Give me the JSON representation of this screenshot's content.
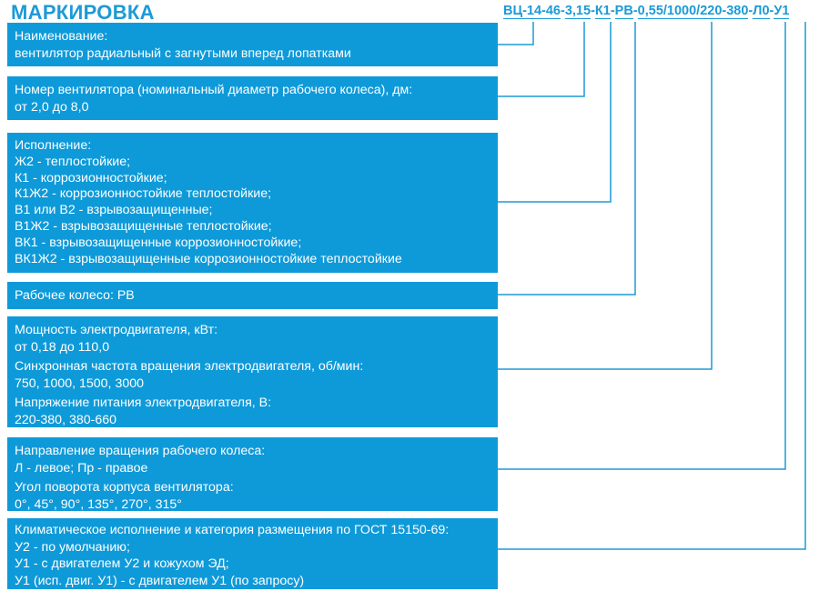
{
  "title": "МАРКИРОВКА",
  "code": {
    "segments": [
      "ВЦ-14-46",
      "3,15",
      "К1",
      "РВ",
      "0,55/1000/220-380",
      "Л0",
      "У1"
    ],
    "separator": "-"
  },
  "boxes": [
    {
      "lines": [
        "Наименование:",
        "вентилятор радиальный с загнутыми вперед лопатками"
      ]
    },
    {
      "lines": [
        "Номер вентилятора (номинальный диаметр рабочего колеса), дм:",
        "от 2,0 до 8,0"
      ]
    },
    {
      "lines": [
        "Исполнение:",
        "Ж2 - теплостойкие;",
        "К1 - коррозионностойкие;",
        "К1Ж2 - коррозионностойкие теплостойкие;",
        "В1 или В2 - взрывозащищенные;",
        "В1Ж2 - взрывозащищенные теплостойкие;",
        "ВК1 - взрывозащищенные коррозионностойкие;",
        "ВК1Ж2 - взрывозащищенные коррозионностойкие теплостойкие"
      ]
    },
    {
      "lines": [
        "Рабочее колесо: РВ"
      ]
    },
    {
      "lines": [
        "Мощность электродвигателя, кВт:",
        "от 0,18 до 110,0",
        "Синхронная частота вращения электродвигателя, об/мин:",
        "750, 1000, 1500, 3000",
        "Напряжение питания электродвигателя, В:",
        "220-380, 380-660"
      ]
    },
    {
      "lines": [
        "Направление вращения рабочего колеса:",
        "Л - левое; Пр - правое",
        "Угол поворота корпуса вентилятора:",
        "0°, 45°, 90°, 135°, 270°, 315°"
      ]
    },
    {
      "lines": [
        "Климатическое исполнение и категория размещения по ГОСТ 15150-69:",
        "У2 - по умолчанию;",
        "У1 - с двигателем У2 и кожухом ЭД;",
        "У1 (исп. двиг. У1) - с двигателем У1 (по запросу)"
      ]
    }
  ],
  "colors": {
    "accent": "#1d9ad6",
    "box": "#0e9ad9",
    "box_text": "#ffffff"
  }
}
